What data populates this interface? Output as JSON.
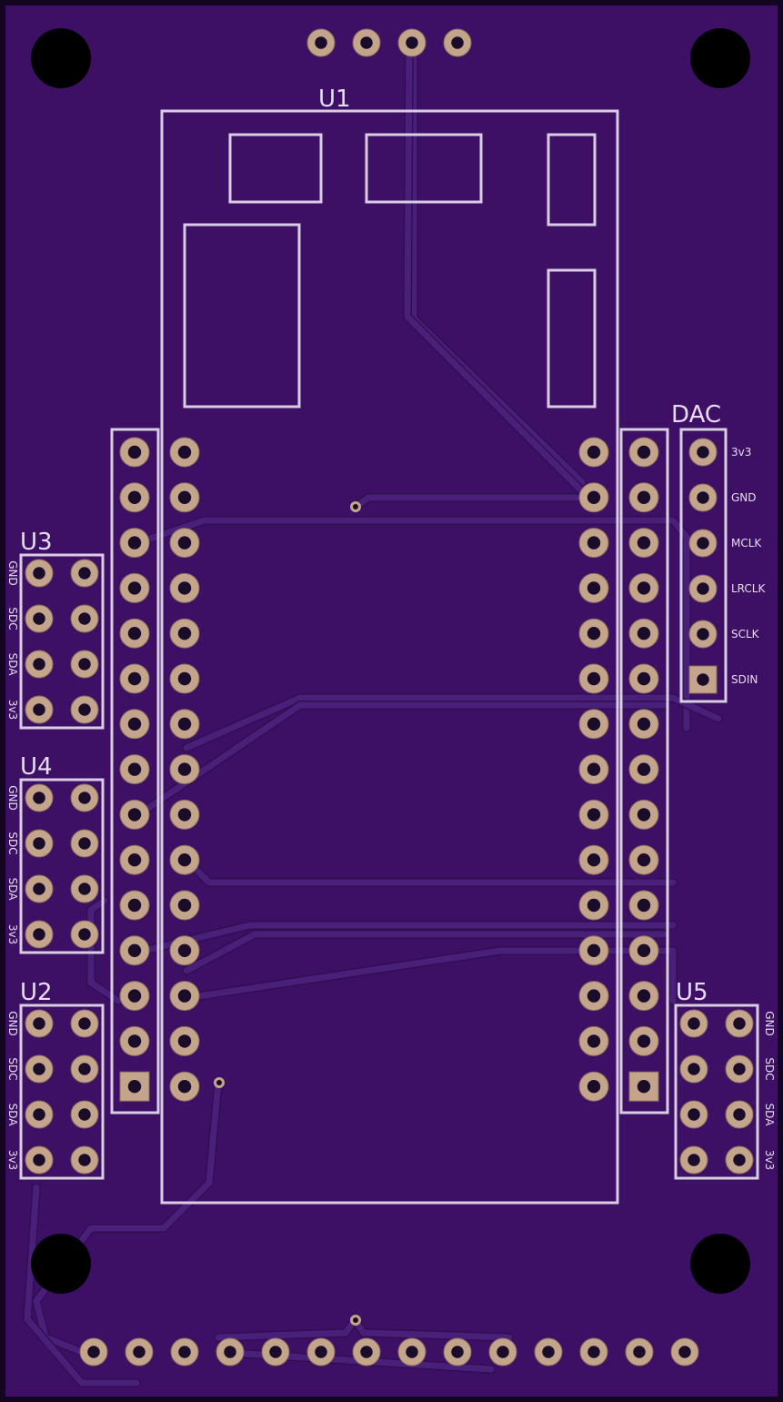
{
  "colors": {
    "board": "#3d1066",
    "board_edge": "#120620",
    "silkscreen": "#d9cde3",
    "pad": "#c4a58c",
    "hole": "#000000"
  },
  "designators": {
    "u1": "U1",
    "u2": "U2",
    "u3": "U3",
    "u4": "U4",
    "u5": "U5",
    "dac": "DAC"
  },
  "dac_pins": [
    "3v3",
    "GND",
    "MCLK",
    "LRCLK",
    "SCLK",
    "SDIN"
  ],
  "i2c_pins": [
    "GND",
    "SDC",
    "SDA",
    "3v3"
  ]
}
